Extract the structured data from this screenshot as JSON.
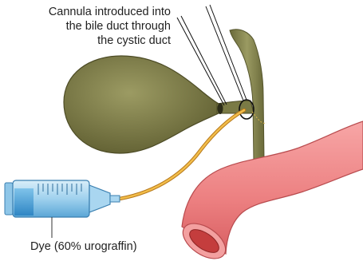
{
  "labels": {
    "cannula_line1": "Cannula introduced into",
    "cannula_line2": "the bile duct through",
    "cannula_line3": "the cystic duct",
    "dye": "Dye (60% urograffin)"
  },
  "colors": {
    "gallbladder": "#7d7c47",
    "duct": "#8a8a55",
    "dye_tube": "#e3a32c",
    "duodenum": "#f08a8a",
    "duodenum_inner": "#c43d3d",
    "syringe_blue": "#6fb8e0"
  }
}
